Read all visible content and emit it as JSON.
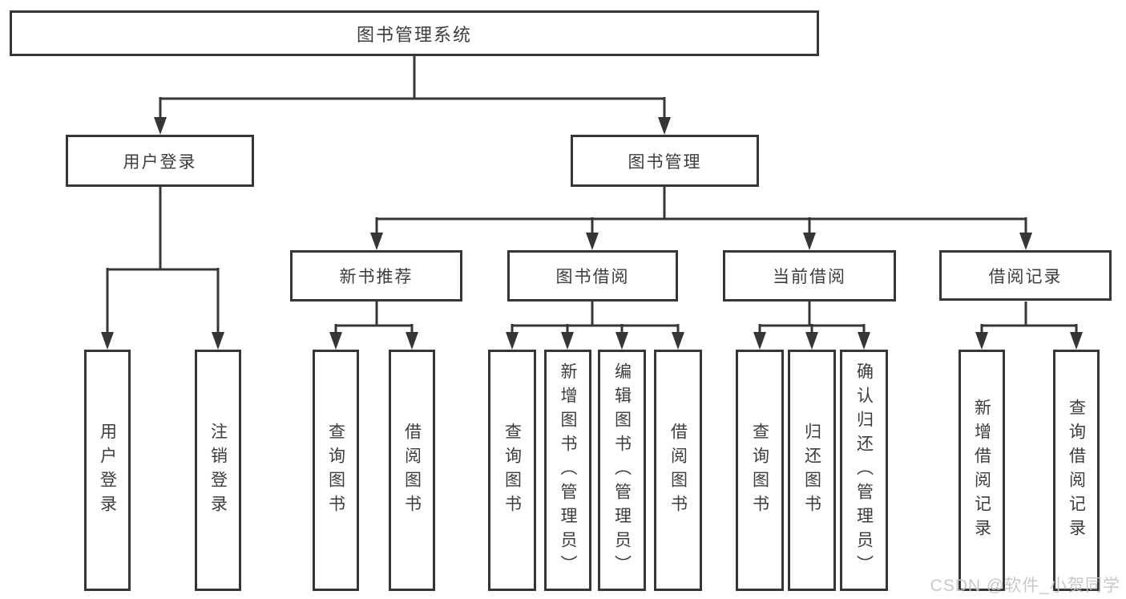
{
  "diagram": {
    "type": "hierarchy-tree",
    "line_color": "#363636",
    "box_border_color": "#363636",
    "box_fill": "#ffffff",
    "text_color": "#3d3d3d",
    "background": "#ffffff",
    "tree": {
      "label": "图书管理系统",
      "children": [
        {
          "label": "用户登录",
          "children": [
            {
              "label": "用户登录"
            },
            {
              "label": "注销登录"
            }
          ]
        },
        {
          "label": "图书管理",
          "children": [
            {
              "label": "新书推荐",
              "children": [
                {
                  "label": "查询图书"
                },
                {
                  "label": "借阅图书"
                }
              ]
            },
            {
              "label": "图书借阅",
              "children": [
                {
                  "label": "查询图书"
                },
                {
                  "label": "新增图书（管理员）"
                },
                {
                  "label": "编辑图书（管理员）"
                },
                {
                  "label": "借阅图书"
                }
              ]
            },
            {
              "label": "当前借阅",
              "children": [
                {
                  "label": "查询图书"
                },
                {
                  "label": "归还图书"
                },
                {
                  "label": "确认归还（管理员）"
                }
              ]
            },
            {
              "label": "借阅记录",
              "children": [
                {
                  "label": "新增借阅记录"
                },
                {
                  "label": "查询借阅记录"
                }
              ]
            }
          ]
        }
      ]
    }
  },
  "watermark": {
    "text": "CSDN @软件_小贺同学",
    "color": "#c3c3c3"
  }
}
